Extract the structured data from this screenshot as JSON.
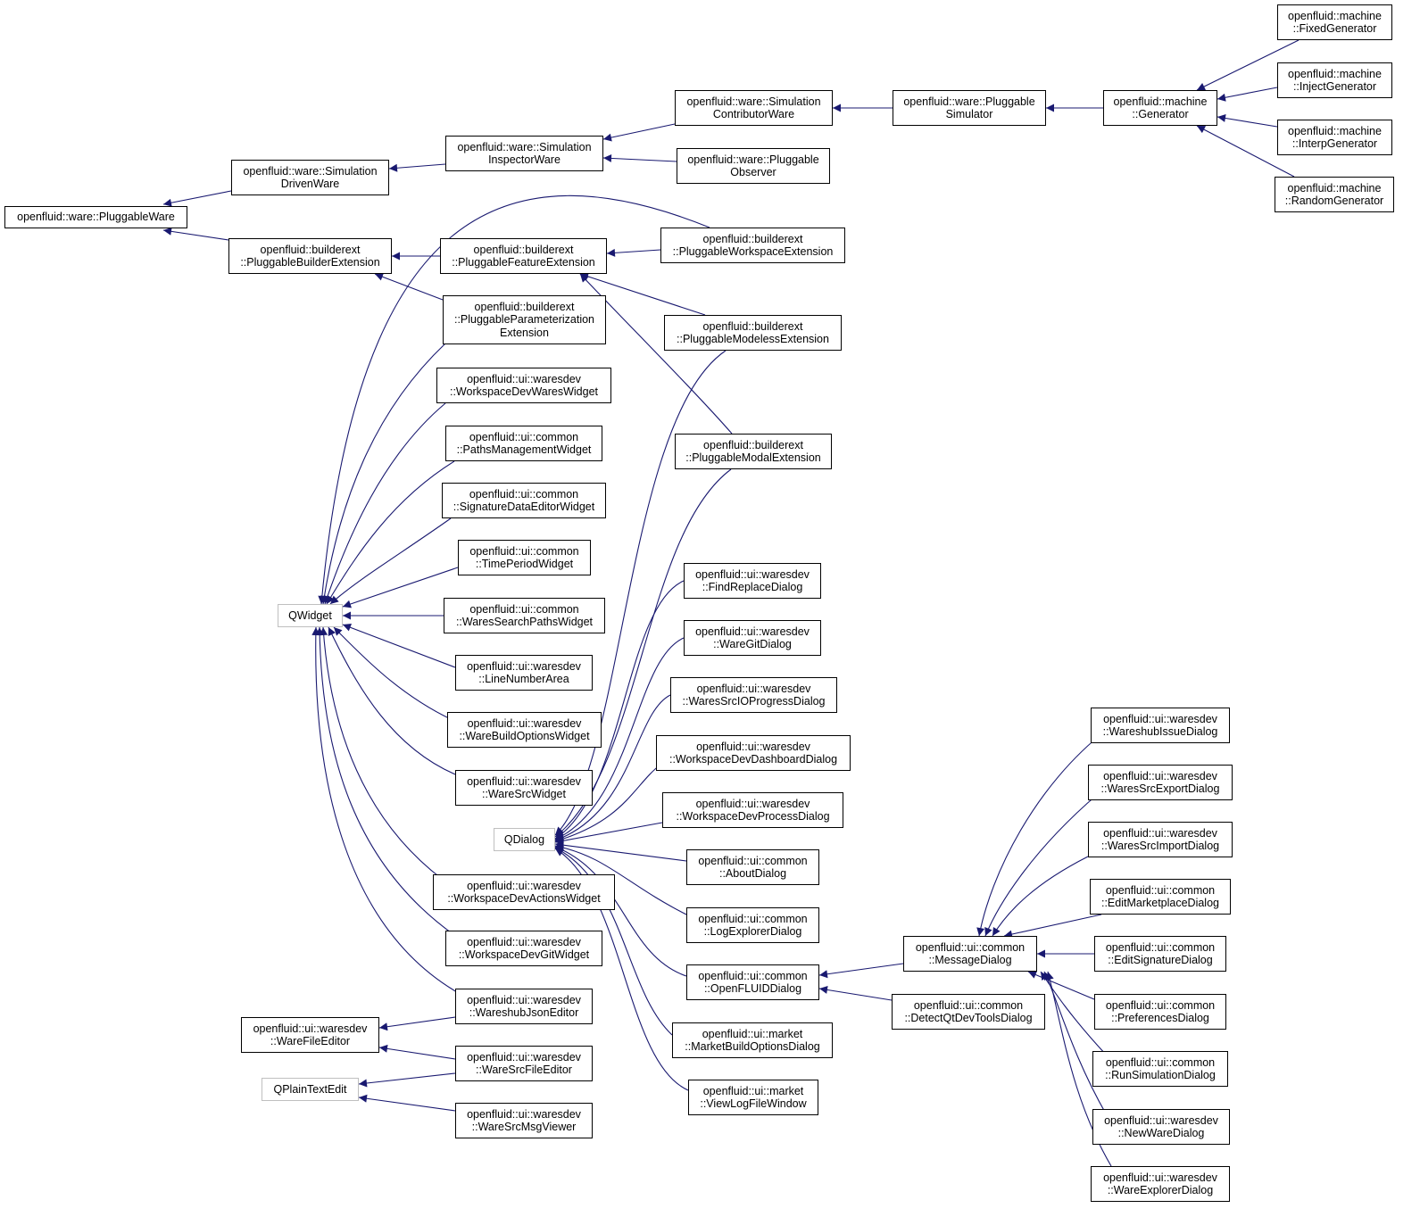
{
  "diagram": {
    "node_color": "#000000",
    "external_node_border_color": "#bfbfbf",
    "edge_color": "#191970",
    "nodes": [
      {
        "id": "pluggableware",
        "lines": [
          "openfluid::ware::PluggableWare"
        ]
      },
      {
        "id": "simdrivenware",
        "lines": [
          "openfluid::ware::Simulation",
          "DrivenWare"
        ]
      },
      {
        "id": "pluggablebuilderext",
        "lines": [
          "openfluid::builderext",
          "::PluggableBuilderExtension"
        ]
      },
      {
        "id": "siminspectorware",
        "lines": [
          "openfluid::ware::Simulation",
          "InspectorWare"
        ]
      },
      {
        "id": "simcontribware",
        "lines": [
          "openfluid::ware::Simulation",
          "ContributorWare"
        ]
      },
      {
        "id": "pluggablesimulator",
        "lines": [
          "openfluid::ware::Pluggable",
          "Simulator"
        ]
      },
      {
        "id": "generator",
        "lines": [
          "openfluid::machine",
          "::Generator"
        ]
      },
      {
        "id": "fixedgen",
        "lines": [
          "openfluid::machine",
          "::FixedGenerator"
        ]
      },
      {
        "id": "injectgen",
        "lines": [
          "openfluid::machine",
          "::InjectGenerator"
        ]
      },
      {
        "id": "interpgen",
        "lines": [
          "openfluid::machine",
          "::InterpGenerator"
        ]
      },
      {
        "id": "randomgen",
        "lines": [
          "openfluid::machine",
          "::RandomGenerator"
        ]
      },
      {
        "id": "pluggableobserver",
        "lines": [
          "openfluid::ware::Pluggable",
          "Observer"
        ]
      },
      {
        "id": "featureext",
        "lines": [
          "openfluid::builderext",
          "::PluggableFeatureExtension"
        ]
      },
      {
        "id": "workspaceext",
        "lines": [
          "openfluid::builderext",
          "::PluggableWorkspaceExtension"
        ]
      },
      {
        "id": "paramext",
        "lines": [
          "openfluid::builderext",
          "::PluggableParameterization",
          "Extension"
        ]
      },
      {
        "id": "modelessext",
        "lines": [
          "openfluid::builderext",
          "::PluggableModelessExtension"
        ]
      },
      {
        "id": "modalext",
        "lines": [
          "openfluid::builderext",
          "::PluggableModalExtension"
        ]
      },
      {
        "id": "wsdevwareswidget",
        "lines": [
          "openfluid::ui::waresdev",
          "::WorkspaceDevWaresWidget"
        ]
      },
      {
        "id": "pathsmgmtwidget",
        "lines": [
          "openfluid::ui::common",
          "::PathsManagementWidget"
        ]
      },
      {
        "id": "sigdataeditorwidget",
        "lines": [
          "openfluid::ui::common",
          "::SignatureDataEditorWidget"
        ]
      },
      {
        "id": "timeperiodwidget",
        "lines": [
          "openfluid::ui::common",
          "::TimePeriodWidget"
        ]
      },
      {
        "id": "qwidget",
        "lines": [
          "QWidget"
        ],
        "external": true
      },
      {
        "id": "waressearchpathswidget",
        "lines": [
          "openfluid::ui::common",
          "::WaresSearchPathsWidget"
        ]
      },
      {
        "id": "linenumberarea",
        "lines": [
          "openfluid::ui::waresdev",
          "::LineNumberArea"
        ]
      },
      {
        "id": "warebuildoptswidget",
        "lines": [
          "openfluid::ui::waresdev",
          "::WareBuildOptionsWidget"
        ]
      },
      {
        "id": "waresrcwidget",
        "lines": [
          "openfluid::ui::waresdev",
          "::WareSrcWidget"
        ]
      },
      {
        "id": "wsdevactionswidget",
        "lines": [
          "openfluid::ui::waresdev",
          "::WorkspaceDevActionsWidget"
        ]
      },
      {
        "id": "wsdevgitwidget",
        "lines": [
          "openfluid::ui::waresdev",
          "::WorkspaceDevGitWidget"
        ]
      },
      {
        "id": "wareshubjsoneditor",
        "lines": [
          "openfluid::ui::waresdev",
          "::WareshubJsonEditor"
        ]
      },
      {
        "id": "warefileeditor",
        "lines": [
          "openfluid::ui::waresdev",
          "::WareFileEditor"
        ]
      },
      {
        "id": "waresrcfileeditor",
        "lines": [
          "openfluid::ui::waresdev",
          "::WareSrcFileEditor"
        ]
      },
      {
        "id": "qplaintextedit",
        "lines": [
          "QPlainTextEdit"
        ],
        "external": true
      },
      {
        "id": "waresrcmsgviewer",
        "lines": [
          "openfluid::ui::waresdev",
          "::WareSrcMsgViewer"
        ]
      },
      {
        "id": "qdialog",
        "lines": [
          "QDialog"
        ],
        "external": true
      },
      {
        "id": "findreplacedialog",
        "lines": [
          "openfluid::ui::waresdev",
          "::FindReplaceDialog"
        ]
      },
      {
        "id": "waregitdialog",
        "lines": [
          "openfluid::ui::waresdev",
          "::WareGitDialog"
        ]
      },
      {
        "id": "waressrciodialog",
        "lines": [
          "openfluid::ui::waresdev",
          "::WaresSrcIOProgressDialog"
        ]
      },
      {
        "id": "wsdevdashboarddialog",
        "lines": [
          "openfluid::ui::waresdev",
          "::WorkspaceDevDashboardDialog"
        ]
      },
      {
        "id": "wsdevprocessdialog",
        "lines": [
          "openfluid::ui::waresdev",
          "::WorkspaceDevProcessDialog"
        ]
      },
      {
        "id": "aboutdialog",
        "lines": [
          "openfluid::ui::common",
          "::AboutDialog"
        ]
      },
      {
        "id": "logexplorerdialog",
        "lines": [
          "openfluid::ui::common",
          "::LogExplorerDialog"
        ]
      },
      {
        "id": "openfluiddialog",
        "lines": [
          "openfluid::ui::common",
          "::OpenFLUIDDialog"
        ]
      },
      {
        "id": "marketbuildoptsdialog",
        "lines": [
          "openfluid::ui::market",
          "::MarketBuildOptionsDialog"
        ]
      },
      {
        "id": "viewlogfilewindow",
        "lines": [
          "openfluid::ui::market",
          "::ViewLogFileWindow"
        ]
      },
      {
        "id": "messagedialog",
        "lines": [
          "openfluid::ui::common",
          "::MessageDialog"
        ]
      },
      {
        "id": "detectqtdevtools",
        "lines": [
          "openfluid::ui::common",
          "::DetectQtDevToolsDialog"
        ]
      },
      {
        "id": "wareshubissuedialog",
        "lines": [
          "openfluid::ui::waresdev",
          "::WareshubIssueDialog"
        ]
      },
      {
        "id": "waressrcexportdialog",
        "lines": [
          "openfluid::ui::waresdev",
          "::WaresSrcExportDialog"
        ]
      },
      {
        "id": "waressrcimportdialog",
        "lines": [
          "openfluid::ui::waresdev",
          "::WaresSrcImportDialog"
        ]
      },
      {
        "id": "editmarketplacedialog",
        "lines": [
          "openfluid::ui::common",
          "::EditMarketplaceDialog"
        ]
      },
      {
        "id": "editsignaturedialog",
        "lines": [
          "openfluid::ui::common",
          "::EditSignatureDialog"
        ]
      },
      {
        "id": "preferencesdialog",
        "lines": [
          "openfluid::ui::common",
          "::PreferencesDialog"
        ]
      },
      {
        "id": "runsimulationdialog",
        "lines": [
          "openfluid::ui::common",
          "::RunSimulationDialog"
        ]
      },
      {
        "id": "newwaredialog",
        "lines": [
          "openfluid::ui::waresdev",
          "::NewWareDialog"
        ]
      },
      {
        "id": "wareexplorerdialog",
        "lines": [
          "openfluid::ui::waresdev",
          "::WareExplorerDialog"
        ]
      }
    ],
    "edges": [
      [
        "simdrivenware",
        "pluggableware"
      ],
      [
        "pluggablebuilderext",
        "pluggableware"
      ],
      [
        "siminspectorware",
        "simdrivenware"
      ],
      [
        "simcontribware",
        "siminspectorware"
      ],
      [
        "pluggableobserver",
        "siminspectorware"
      ],
      [
        "pluggablesimulator",
        "simcontribware"
      ],
      [
        "generator",
        "pluggablesimulator"
      ],
      [
        "fixedgen",
        "generator"
      ],
      [
        "injectgen",
        "generator"
      ],
      [
        "interpgen",
        "generator"
      ],
      [
        "randomgen",
        "generator"
      ],
      [
        "featureext",
        "pluggablebuilderext"
      ],
      [
        "paramext",
        "pluggablebuilderext"
      ],
      [
        "workspaceext",
        "featureext"
      ],
      [
        "modelessext",
        "featureext"
      ],
      [
        "modalext",
        "featureext"
      ],
      [
        "workspaceext",
        "qwidget"
      ],
      [
        "paramext",
        "qwidget"
      ],
      [
        "wsdevwareswidget",
        "qwidget"
      ],
      [
        "pathsmgmtwidget",
        "qwidget"
      ],
      [
        "sigdataeditorwidget",
        "qwidget"
      ],
      [
        "timeperiodwidget",
        "qwidget"
      ],
      [
        "waressearchpathswidget",
        "qwidget"
      ],
      [
        "linenumberarea",
        "qwidget"
      ],
      [
        "warebuildoptswidget",
        "qwidget"
      ],
      [
        "waresrcwidget",
        "qwidget"
      ],
      [
        "wsdevactionswidget",
        "qwidget"
      ],
      [
        "wsdevgitwidget",
        "qwidget"
      ],
      [
        "wareshubjsoneditor",
        "qwidget"
      ],
      [
        "wareshubjsoneditor",
        "warefileeditor"
      ],
      [
        "waresrcfileeditor",
        "warefileeditor"
      ],
      [
        "waresrcfileeditor",
        "qplaintextedit"
      ],
      [
        "waresrcmsgviewer",
        "qplaintextedit"
      ],
      [
        "modelessext",
        "qdialog"
      ],
      [
        "modalext",
        "qdialog"
      ],
      [
        "findreplacedialog",
        "qdialog"
      ],
      [
        "waregitdialog",
        "qdialog"
      ],
      [
        "waressrciodialog",
        "qdialog"
      ],
      [
        "wsdevdashboarddialog",
        "qdialog"
      ],
      [
        "wsdevprocessdialog",
        "qdialog"
      ],
      [
        "aboutdialog",
        "qdialog"
      ],
      [
        "logexplorerdialog",
        "qdialog"
      ],
      [
        "openfluiddialog",
        "qdialog"
      ],
      [
        "marketbuildoptsdialog",
        "qdialog"
      ],
      [
        "viewlogfilewindow",
        "qdialog"
      ],
      [
        "messagedialog",
        "openfluiddialog"
      ],
      [
        "detectqtdevtools",
        "openfluiddialog"
      ],
      [
        "wareshubissuedialog",
        "messagedialog"
      ],
      [
        "waressrcexportdialog",
        "messagedialog"
      ],
      [
        "waressrcimportdialog",
        "messagedialog"
      ],
      [
        "editmarketplacedialog",
        "messagedialog"
      ],
      [
        "editsignaturedialog",
        "messagedialog"
      ],
      [
        "preferencesdialog",
        "messagedialog"
      ],
      [
        "runsimulationdialog",
        "messagedialog"
      ],
      [
        "newwaredialog",
        "messagedialog"
      ],
      [
        "wareexplorerdialog",
        "messagedialog"
      ]
    ]
  }
}
